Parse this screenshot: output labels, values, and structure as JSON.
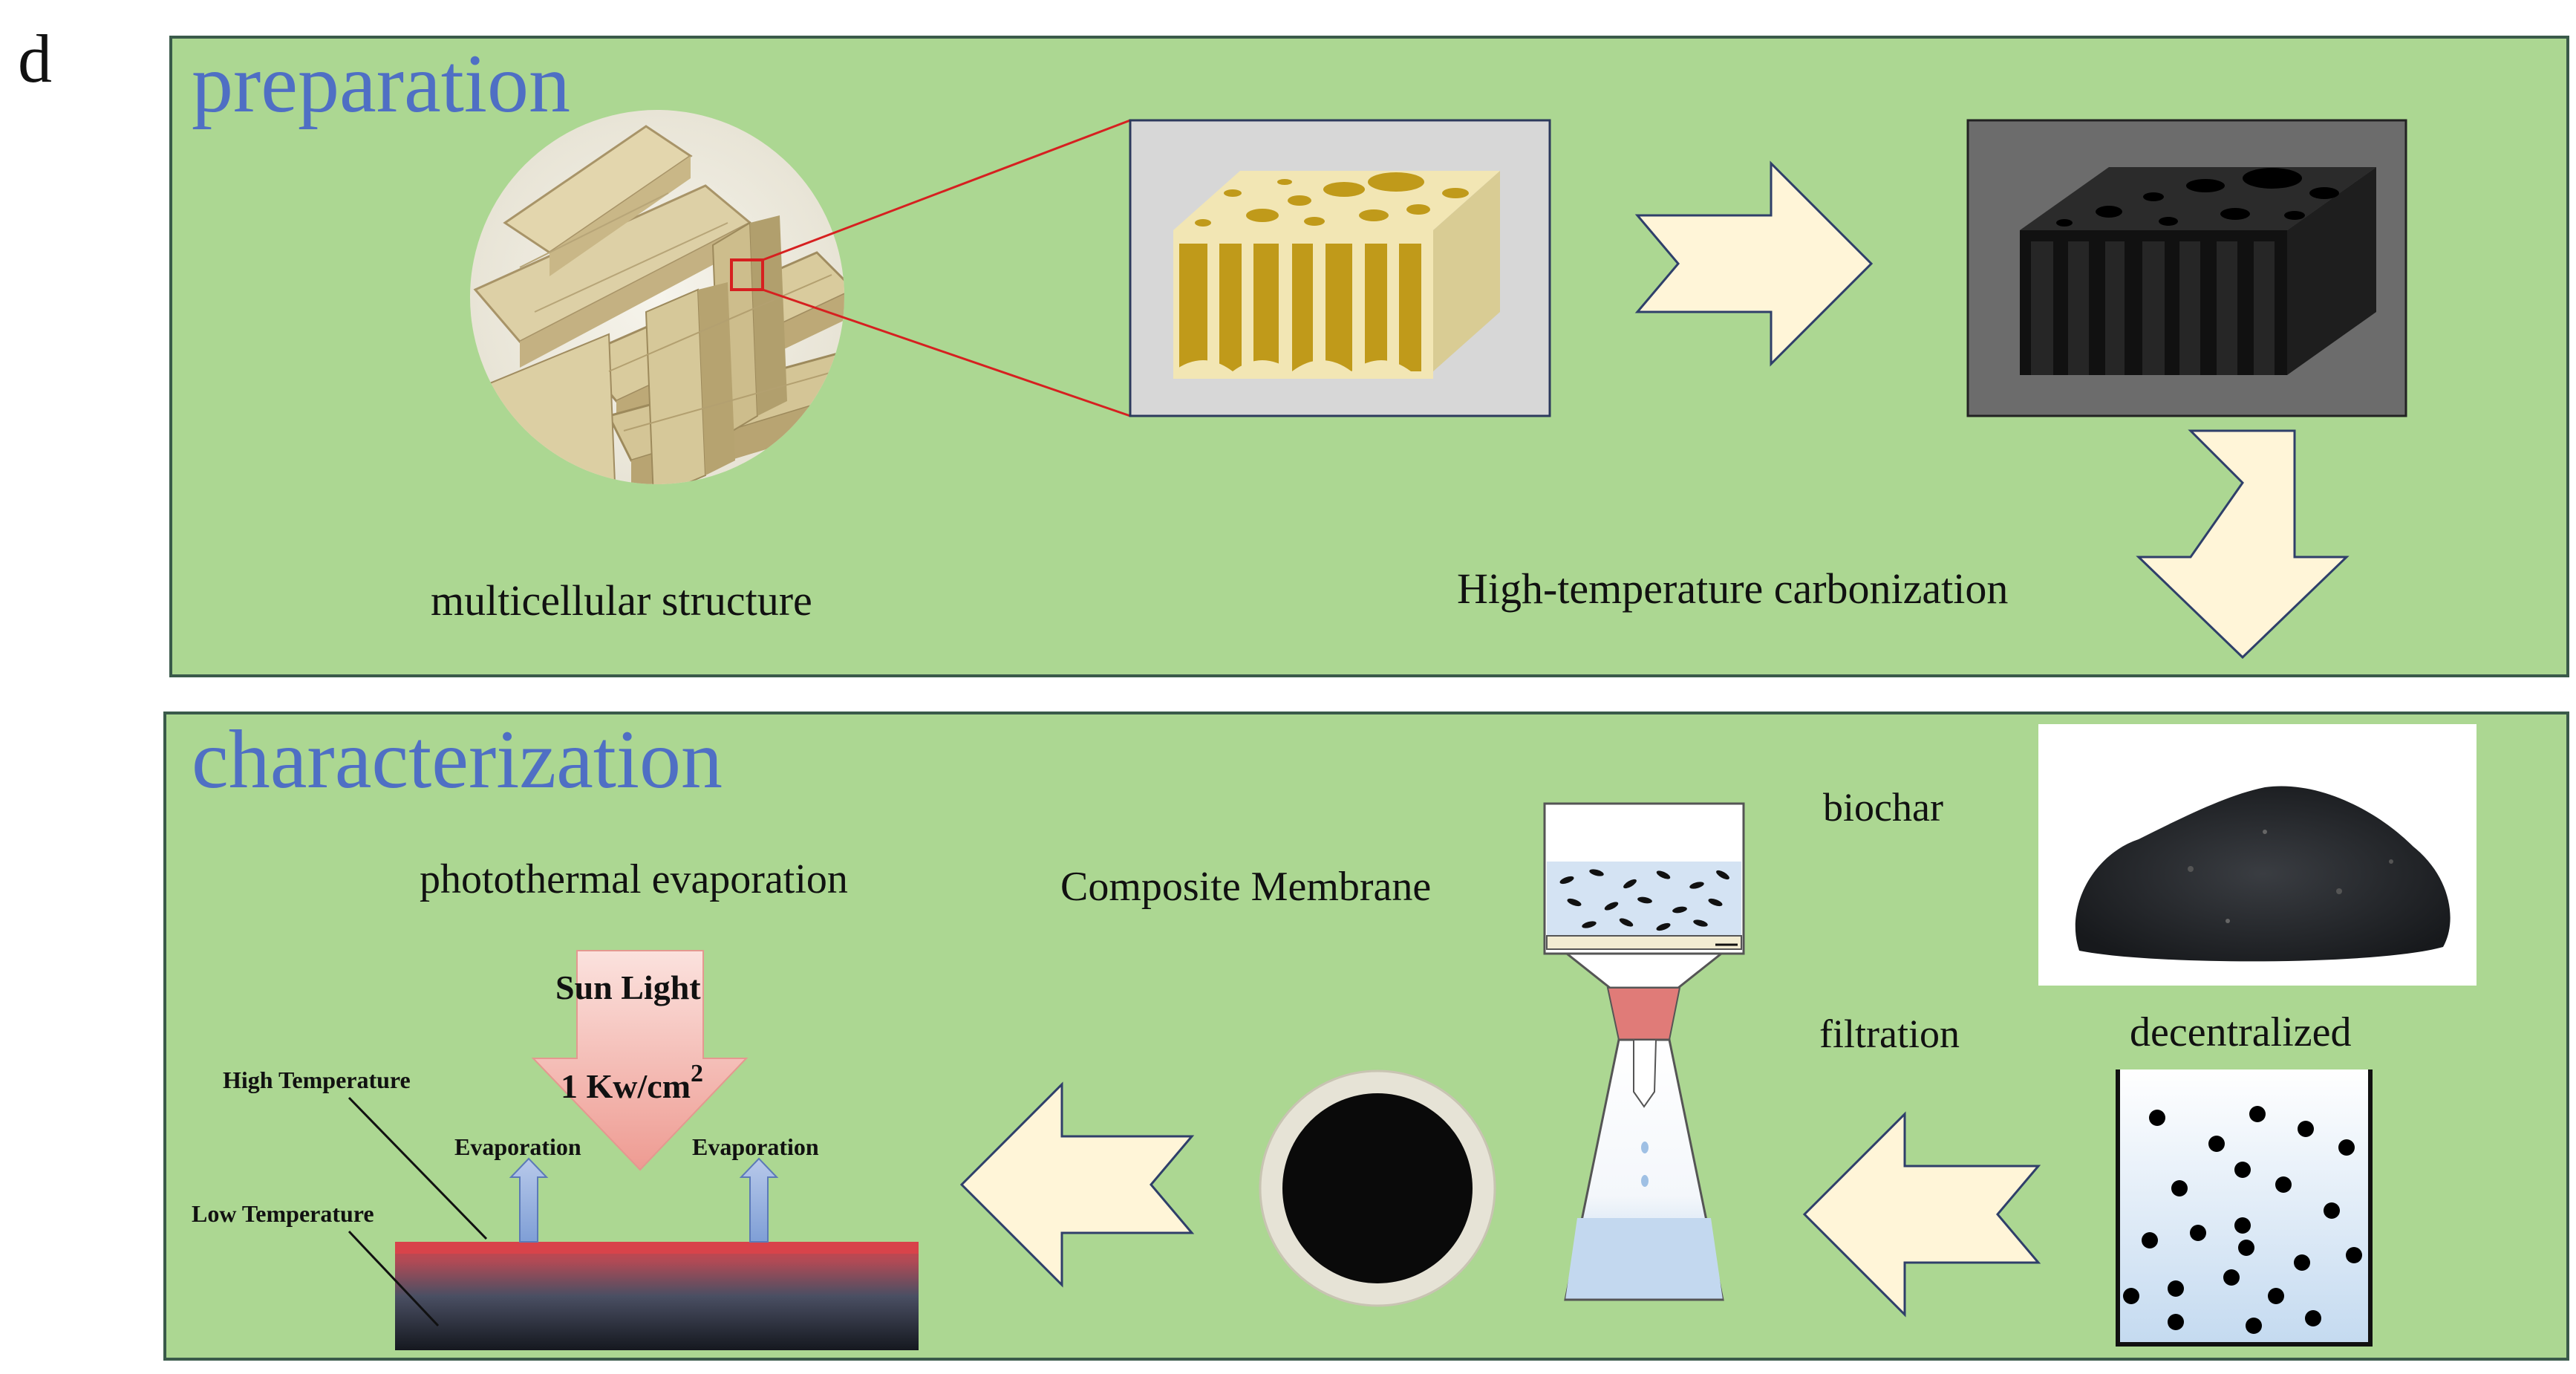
{
  "panel_letter": "d",
  "preparation": {
    "heading": "preparation",
    "caption_left": "multicellular structure",
    "caption_right": "High-temperature carbonization"
  },
  "characterization": {
    "heading": "characterization",
    "photothermal_title": "photothermal evaporation",
    "sun_light": "Sun Light",
    "intensity": "1 Kw/cm",
    "intensity_sup": "2",
    "high_temperature": "High Temperature",
    "low_temperature": "Low Temperature",
    "evaporation_left": "Evaporation",
    "evaporation_right": "Evaporation",
    "composite_membrane": "Composite Membrane",
    "biochar": "biochar",
    "filtration": "filtration",
    "decentralized": "decentralized"
  },
  "colors": {
    "panel_fill": "#acd792",
    "panel_stroke": "#3a5a4a",
    "heading": "#4f6fc4",
    "arrow_fill": "#fff5d8",
    "arrow_stroke": "#2f3f6a",
    "sun_arrow": "#f2a7a0",
    "wood_yellow": "#f2e6b4",
    "pore_gold": "#c09a1a",
    "char_black": "#1a1a1a",
    "zoom_line": "#d62020"
  },
  "icons": {
    "wood": "bamboo-wood-photo",
    "sponge": "porous-block",
    "char": "carbonized-block",
    "powder": "biochar-powder",
    "beaker": "dispersion-beaker",
    "filter": "vacuum-filtration-flask",
    "membrane": "membrane-disc",
    "evaporator": "evaporation-slab"
  }
}
